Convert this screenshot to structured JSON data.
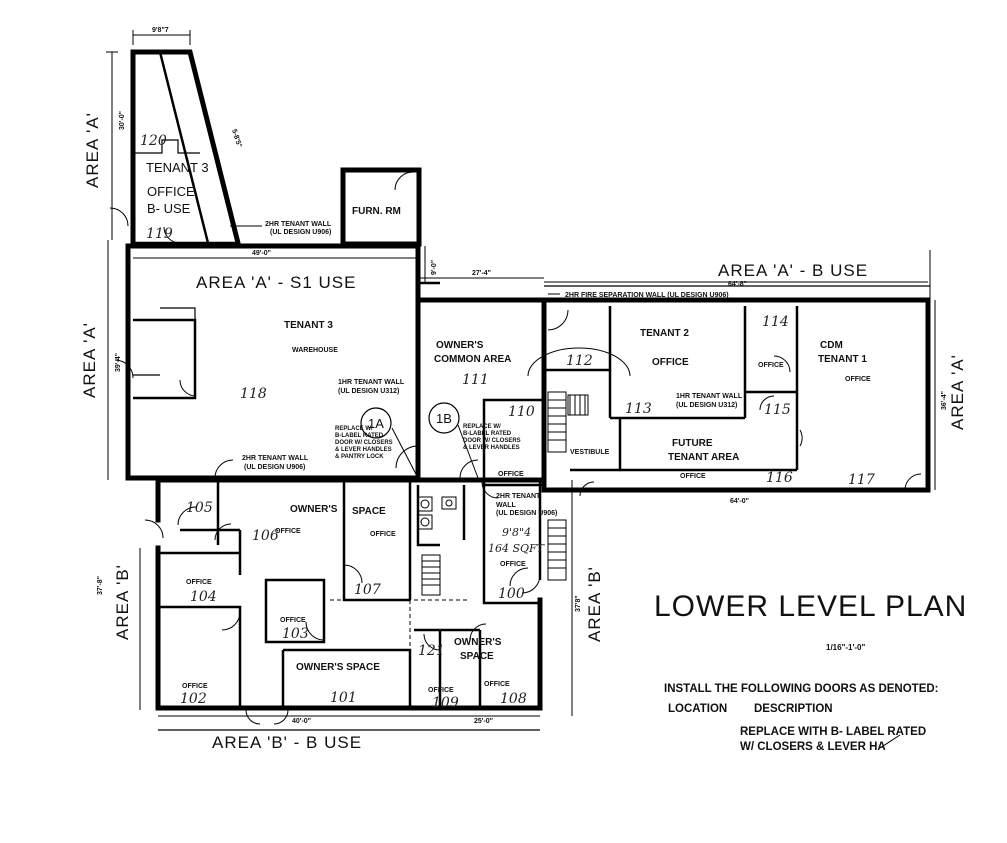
{
  "plan": {
    "title": "LOWER LEVEL PLAN",
    "scale": "1/16\"-1'-0\"",
    "notes": {
      "install": "INSTALL THE FOLLOWING DOORS AS DENOTED:",
      "location": "LOCATION",
      "description": "DESCRIPTION",
      "replace_1": "REPLACE WITH B- LABEL RATED",
      "replace_2": "W/ CLOSERS & LEVER HA"
    },
    "areas": {
      "a_left_top": "AREA 'A'",
      "a_left_mid": "AREA 'A'",
      "a_right": "AREA 'A'",
      "a_b_use": "AREA 'A' - B USE",
      "a_s1": "AREA 'A' - S1 USE",
      "b_left": "AREA 'B'",
      "b_mid": "AREA 'B'",
      "b_b_use": "AREA 'B' - B USE"
    },
    "rooms": {
      "tenant3_top": "TENANT 3",
      "office_busa": "OFFICE",
      "office_busb": "B- USE",
      "furn": "FURN. RM",
      "tenant3_wh": "TENANT 3",
      "warehouse": "WAREHOUSE",
      "owners_common_1": "OWNER'S",
      "owners_common_2": "COMMON AREA",
      "tenant2": "TENANT 2",
      "tenant2_office": "OFFICE",
      "office_114": "OFFICE",
      "cdm_1": "CDM",
      "cdm_2": "TENANT 1",
      "cdm_office": "OFFICE",
      "vestibule": "VESTIBULE",
      "future_1": "FUTURE",
      "future_2": "TENANT AREA",
      "future_office": "OFFICE",
      "office_110": "OFFICE",
      "owners_space_top": "OWNER'S",
      "owners_space_top2": "SPACE",
      "office_106": "OFFICE",
      "office_107": "OFFICE",
      "office_104": "OFFICE",
      "office_103": "OFFICE",
      "owners_space_bot": "OWNER'S SPACE",
      "office_102": "OFFICE",
      "office_100": "OFFICE",
      "owners_space_r1": "OWNER'S",
      "owners_space_r2": "SPACE",
      "office_109": "OFFICE",
      "office_108": "OFFICE"
    },
    "room_numbers": {
      "r120": "120",
      "r119": "119",
      "r118": "118",
      "r111": "111",
      "r112": "112",
      "r113": "113",
      "r114": "114",
      "r115": "115",
      "r116": "116",
      "r117": "117",
      "r110": "110",
      "r105": "105",
      "r106": "106",
      "r107": "107",
      "r104": "104",
      "r103": "103",
      "r101": "101",
      "r102": "102",
      "r100": "100",
      "r121": "121",
      "r109": "109",
      "r108": "108",
      "sqft1": "9'8\"4",
      "sqft2": "164 SQFT"
    },
    "callouts": {
      "c1a": "1A",
      "c1b": "1B"
    },
    "wall_notes": {
      "wall_2hr_top_1": "2HR TENANT WALL",
      "wall_2hr_top_2": "(UL DESIGN U906)",
      "fire_sep": "2HR FIRE SEPARATION WALL (UL DESIGN U906)",
      "wall_1hr_t3_1": "1HR TENANT WALL",
      "wall_1hr_t3_2": "(UL DESIGN U312)",
      "wall_1hr_t2_1": "1HR TENANT WALL",
      "wall_1hr_t2_2": "(UL DESIGN U312)",
      "wall_2hr_low_1": "2HR TENANT WALL",
      "wall_2hr_low_2": "(UL DESIGN U906)",
      "wall_2hr_r_1": "2HR TENANT",
      "wall_2hr_r_2": "WALL",
      "wall_2hr_r_3": "(UL DESIGN U906)",
      "replace_1a_1": "REPLACE W/",
      "replace_1a_2": "B-LABEL RATED",
      "replace_1a_3": "DOOR W/ CLOSERS",
      "replace_1a_4": "& LEVER HANDLES",
      "replace_1a_5": "& PANTRY LOCK",
      "replace_1b_1": "REPLACE W/",
      "replace_1b_2": "B-LABEL RATED",
      "replace_1b_3": "DOOR W/ CLOSERS",
      "replace_1b_4": "& LEVER HANDLES"
    },
    "dimensions": {
      "d_top": "9'8\"7",
      "d_left_top": "30'-0\"",
      "d_slant": "5-8'5\"",
      "d_49": "49'-0\"",
      "d_9": "9'-0\"",
      "d_27": "27'-4\"",
      "d_64_top": "64'-8\"",
      "d_left_mid": "39'-4\"",
      "d_right": "36'-4\"",
      "d_64_bot": "64'-0\"",
      "d_left_low": "37'-8\"",
      "d_37": "37'8\"",
      "d_40": "40'-0\"",
      "d_25": "25'-0\""
    }
  }
}
